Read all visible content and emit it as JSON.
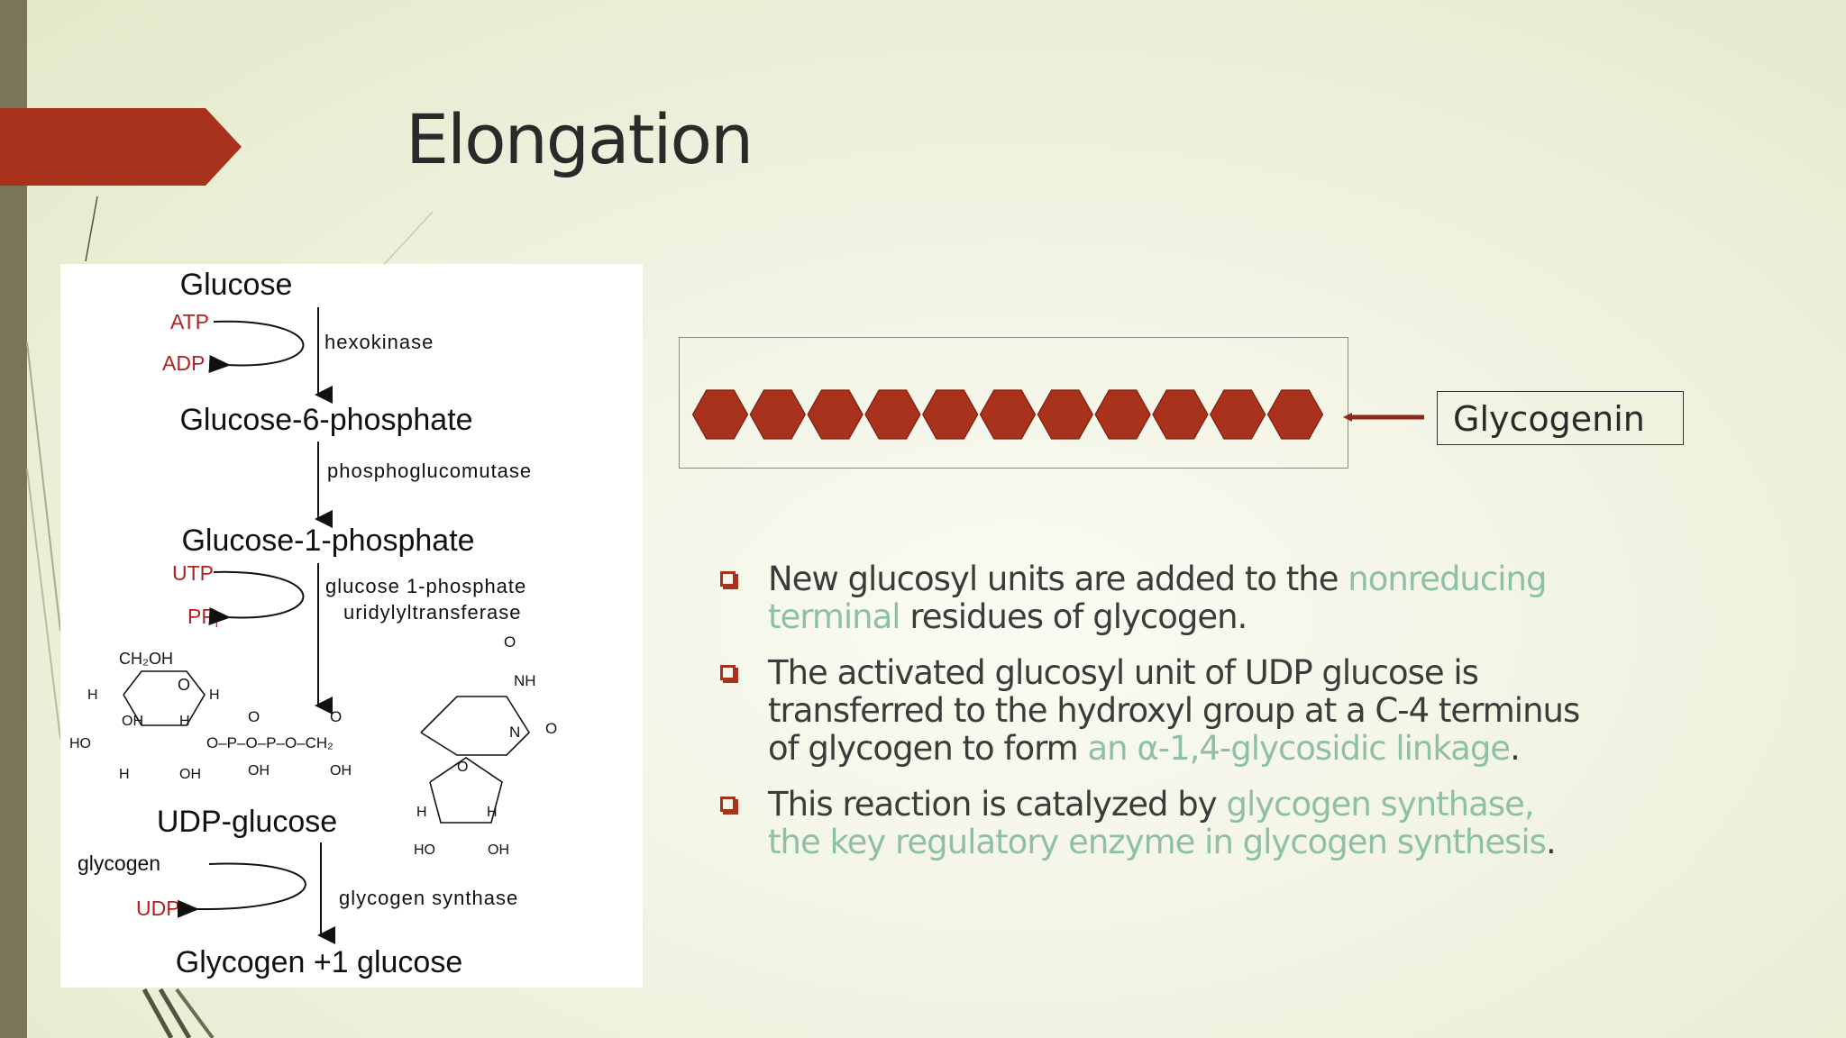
{
  "slide": {
    "title": "Elongation",
    "accent_color": "#a8321c"
  },
  "pathway": {
    "steps": [
      "Glucose",
      "Glucose-6-phosphate",
      "Glucose-1-phosphate",
      "UDP-glucose",
      "Glycogen +1 glucose"
    ],
    "enzymes": [
      "hexokinase",
      "phosphoglucomutase",
      "glucose 1-phosphate",
      "uridylyltransferase",
      "glycogen synthase"
    ],
    "cofactors": {
      "atp": "ATP",
      "adp": "ADP",
      "utp": "UTP",
      "ppi": "PP",
      "ppi_sub": "i",
      "glycogen": "glycogen",
      "udp": "UDP"
    }
  },
  "chain": {
    "label": "Glycogenin",
    "unit_count": 11,
    "unit_color": "#a8321c"
  },
  "bullets": [
    {
      "parts": [
        "New glucosyl units are added to the ",
        "nonreducing terminal",
        " residues of glycogen."
      ]
    },
    {
      "parts": [
        "The activated glucosyl unit of UDP glucose is transferred to the hydroxyl group at a C-4 terminus of glycogen to form ",
        "an α-1,4-glycosidic linkage",
        "."
      ]
    },
    {
      "parts": [
        "This reaction is catalyzed by ",
        "glycogen synthase, the key regulatory enzyme in glycogen synthesis",
        "."
      ]
    }
  ]
}
